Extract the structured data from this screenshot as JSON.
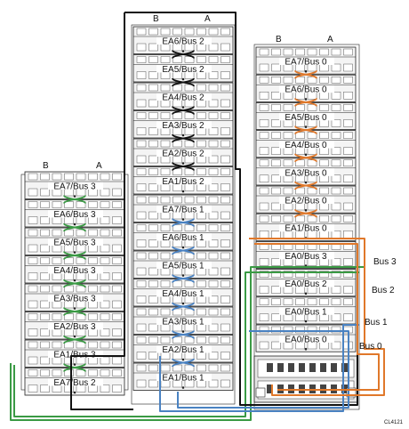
{
  "colors": {
    "green": "#3a9a44",
    "blue": "#4a82c2",
    "black": "#111111",
    "orange": "#e0782a"
  },
  "columns": {
    "left": {
      "port_b": "B",
      "port_a": "A"
    },
    "middle": {
      "port_b": "B",
      "port_a": "A"
    },
    "right": {
      "port_b": "B",
      "port_a": "A"
    }
  },
  "enclosures": {
    "left": [
      "EA7/Bus 3",
      "EA6/Bus 3",
      "EA5/Bus 3",
      "EA4/Bus 3",
      "EA3/Bus 3",
      "EA2/Bus 3",
      "EA1/Bus 3",
      "EA7/Bus 2"
    ],
    "middle": [
      "EA6/Bus 2",
      "EA5/Bus 2",
      "EA4/Bus 2",
      "EA3/Bus 2",
      "EA2/Bus 2",
      "EA1/Bus 2",
      "EA7/Bus 1",
      "EA6/Bus 1",
      "EA5/Bus 1",
      "EA4/Bus 1",
      "EA3/Bus 1",
      "EA2/Bus 1",
      "EA1/Bus 1"
    ],
    "right": [
      "EA7/Bus 0",
      "EA6/Bus 0",
      "EA5/Bus 0",
      "EA4/Bus 0",
      "EA3/Bus 0",
      "EA2/Bus 0",
      "EA1/Bus 0",
      "EA0/Bus 3",
      "EA0/Bus 2",
      "EA0/Bus 1",
      "EA0/Bus 0"
    ]
  },
  "bus_labels": [
    "Bus 3",
    "Bus 2",
    "Bus 1",
    "Bus 0"
  ],
  "figure_code": "CL4121"
}
